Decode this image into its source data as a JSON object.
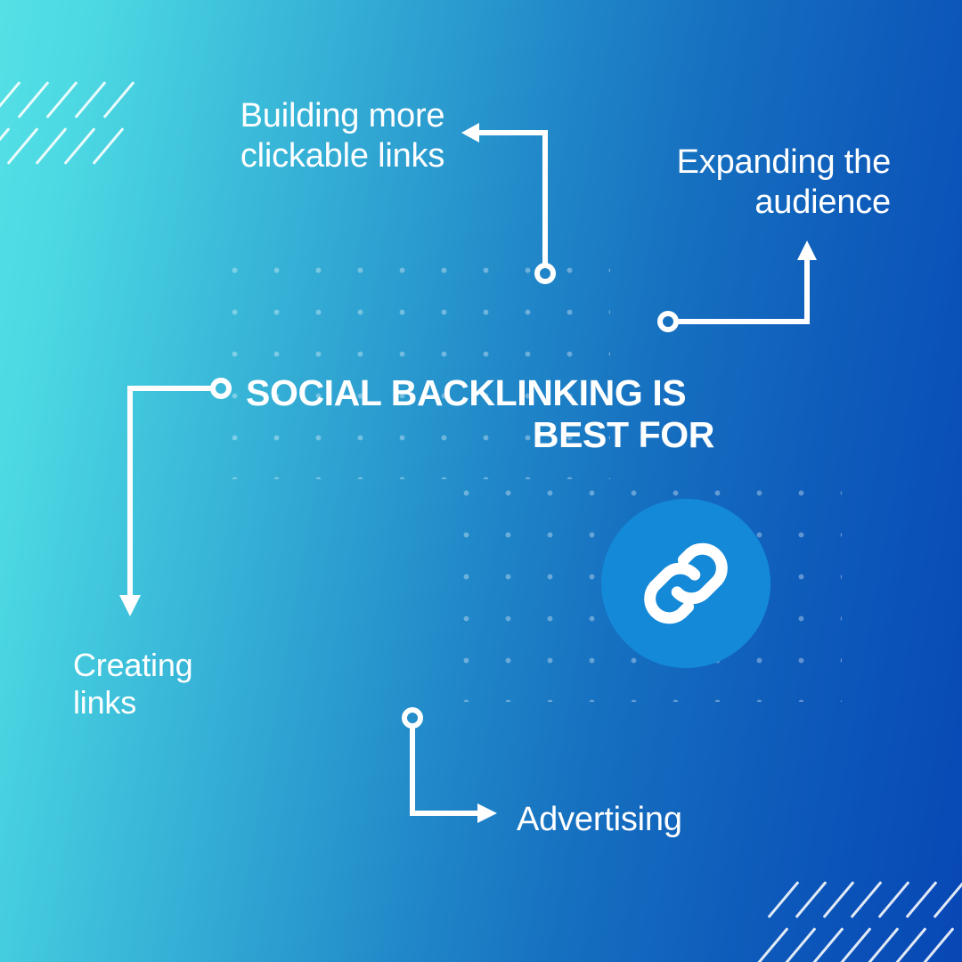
{
  "poster": {
    "headline_line1": "SOCIAL BACKLINKING IS",
    "headline_line2": "BEST FOR",
    "center_icon": "link-chain-icon",
    "colors": {
      "gradient_start": "#54e0e4",
      "gradient_end": "#0847b5",
      "badge": "#1489d8",
      "text": "#ffffff",
      "dot_grid": "rgba(255,255,255,0.34)"
    }
  },
  "callouts": [
    {
      "id": "building-more-clickable-links",
      "text": "Building more\nclickable links",
      "arrow": "arrow-left"
    },
    {
      "id": "expanding-the-audience",
      "text": "Expanding the\naudience",
      "arrow": "arrow-up"
    },
    {
      "id": "creating-links",
      "text": "Creating\nlinks",
      "arrow": "arrow-down"
    },
    {
      "id": "advertising",
      "text": "Advertising",
      "arrow": "arrow-right"
    }
  ],
  "decorations": {
    "dot_grid_top": "dot-grid-pattern",
    "dot_grid_bottom": "dot-grid-pattern",
    "stripes_top_left": "diagonal-stripes",
    "stripes_bottom_right": "diagonal-stripes"
  }
}
